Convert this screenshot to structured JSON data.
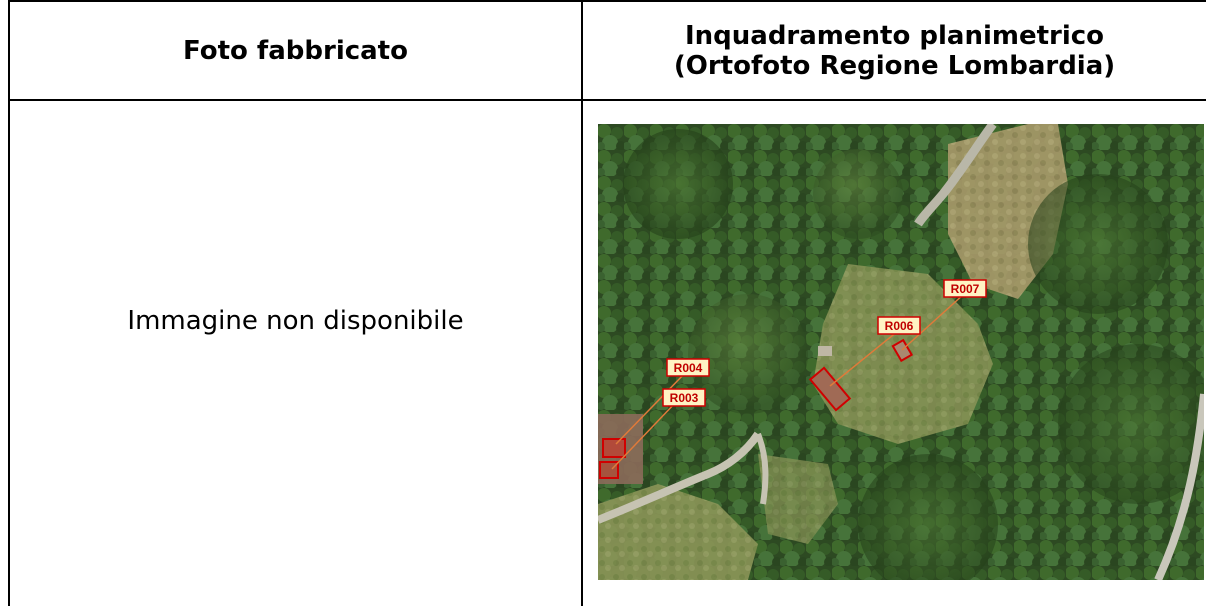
{
  "table": {
    "header_left": "Foto fabbricato",
    "header_right_line1": "Inquadramento planimetrico",
    "header_right_line2": "(Ortofoto Regione Lombardia)",
    "placeholder_text": "Immagine non disponibile"
  },
  "map": {
    "labels": [
      "R007",
      "R006",
      "R004",
      "R003"
    ],
    "colors": {
      "label_fill": "#fff3c4",
      "label_border": "#d00000",
      "leader_line": "#e07a3a",
      "building_outline": "#d00000"
    }
  }
}
